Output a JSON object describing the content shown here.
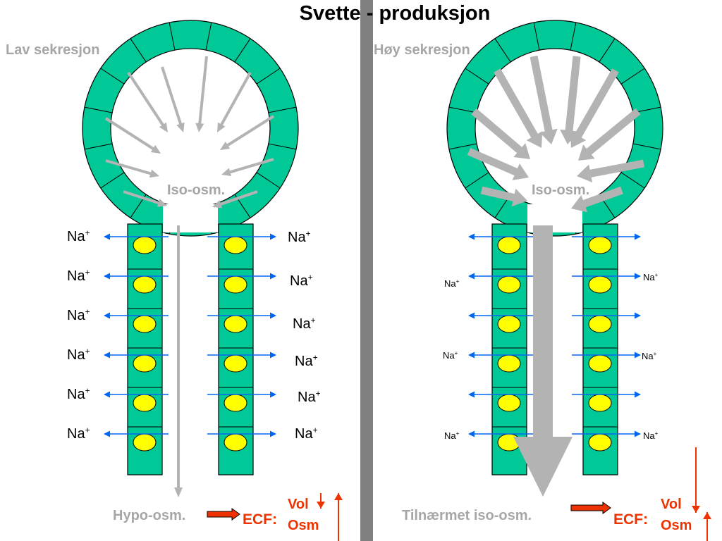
{
  "title": "Svette - produksjon",
  "colors": {
    "tissue": "#00c896",
    "outline": "#000000",
    "arrow_gray": "#b3b3b3",
    "divider": "#808080",
    "ion_arrow": "#0066ee",
    "nucleus": "#ffff00",
    "accent": "#ee3300",
    "label_gray": "#a6a6a6"
  },
  "left_panel": {
    "heading": "Lav sekresjon",
    "lumen_label": "Iso-osm.",
    "outlet_label": "Hypo-osm.",
    "ecf_label": "ECF:",
    "vol_label": "Vol",
    "osm_label": "Osm",
    "ion_label": "Na",
    "ion_sup": "+"
  },
  "right_panel": {
    "heading": "Høy sekresjon",
    "lumen_label": "Iso-osm.",
    "outlet_label": "Tilnærmet iso-osm.",
    "ecf_label": "ECF:",
    "vol_label": "Vol",
    "osm_label": "Osm",
    "ion_label": "Na",
    "ion_sup": "+"
  }
}
